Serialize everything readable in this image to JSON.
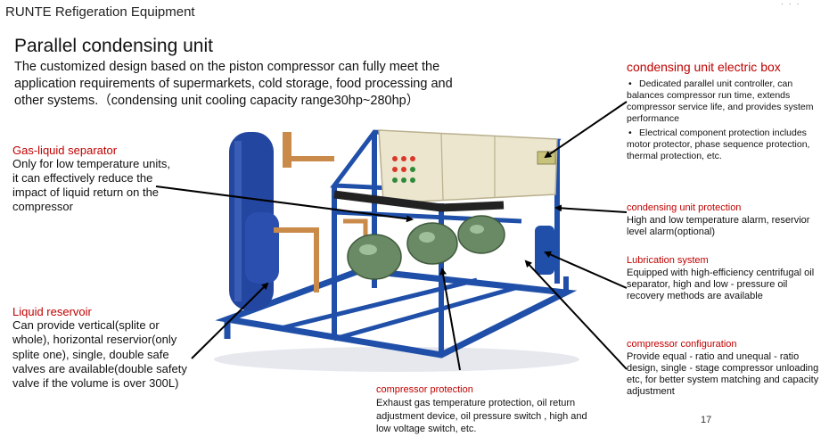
{
  "header": {
    "brand": "RUNTE Refigeration Equipment",
    "corner_mark": "· · ·"
  },
  "title": "Parallel condensing unit",
  "intro": "The customized design based on the piston compressor can fully meet the application requirements of supermarkets, cold storage, food processing and other systems.（condensing unit cooling capacity range30hp~280hp）",
  "callouts": {
    "gas_liquid_separator": {
      "title": "Gas-liquid separator",
      "body": "Only for low temperature units, it can effectively reduce the impact of liquid return on the compressor"
    },
    "liquid_reservoir": {
      "title": "Liquid reservoir",
      "body": "Can provide vertical(splite or whole), horizontal reservior(only splite one), single, double safe valves are available(double safety valve if the volume is over 300L)"
    },
    "electric_box": {
      "title": "condensing unit electric box",
      "bullet_symbol": "•",
      "items": [
        "Dedicated parallel unit controller, can balances compressor run time, extends compressor service life, and provides system performance",
        "Electrical component protection includes motor protector, phase sequence protection, thermal protection, etc."
      ]
    },
    "condensing_unit_protection": {
      "title": "condensing unit protection",
      "body": "High and low temperature alarm, reservior level alarm(optional)"
    },
    "lubrication_system": {
      "title": "Lubrication system",
      "body": "Equipped with high-efficiency centrifugal oil separator, high and low - pressure oil recovery methods are available"
    },
    "compressor_configuration": {
      "title": "compressor configuration",
      "body": "Provide equal - ratio and unequal - ratio design, single - stage compressor unloading etc, for better system matching and capacity adjustment"
    },
    "compressor_protection": {
      "title": "compressor protection",
      "body": "Exhaust gas temperature protection, oil return adjustment device, oil pressure switch , high and low voltage switch, etc."
    }
  },
  "page_number": "17",
  "colors": {
    "callout_title": "#c00000",
    "frame_blue": "#1f4fa8",
    "tank_blue": "#2346a0",
    "panel_beige": "#ece6cf",
    "compressor_green": "#6a8a66",
    "copper": "#c98a4a"
  }
}
